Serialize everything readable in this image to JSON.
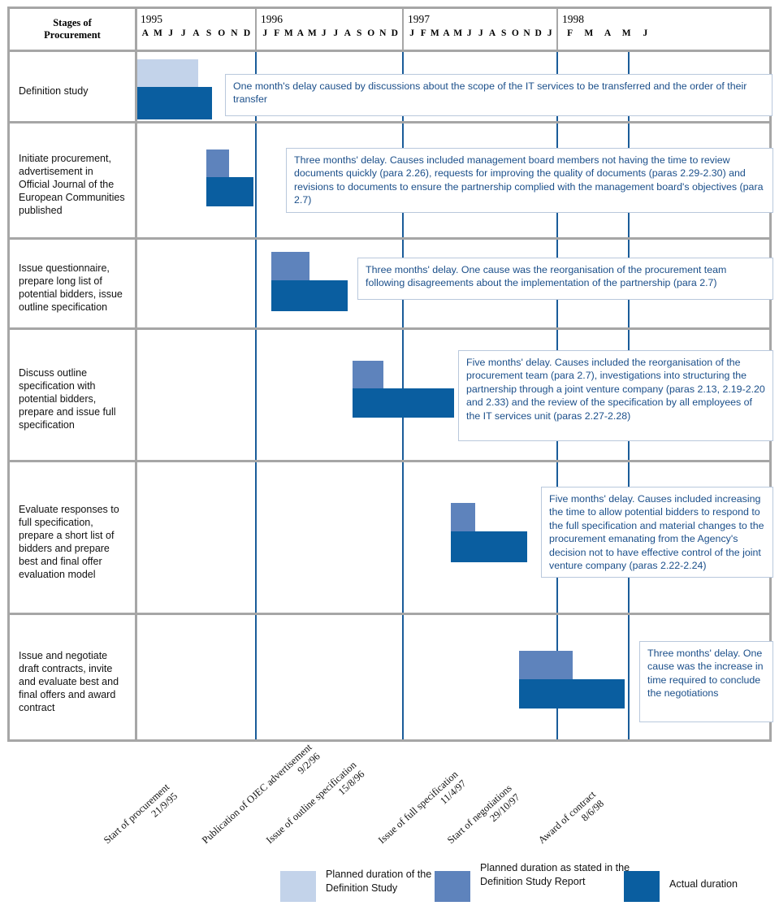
{
  "header": {
    "stages_title_line1": "Stages of",
    "stages_title_line2": "Procurement",
    "years": [
      {
        "year": "1995",
        "months": [
          "A",
          "M",
          "J",
          "J",
          "A",
          "S",
          "O",
          "N",
          "D"
        ]
      },
      {
        "year": "1996",
        "months": [
          "J",
          "F",
          "M",
          "A",
          "M",
          "J",
          "J",
          "A",
          "S",
          "O",
          "N",
          "D"
        ]
      },
      {
        "year": "1997",
        "months": [
          "J",
          "F",
          "M",
          "A",
          "M",
          "J",
          "J",
          "A",
          "S",
          "O",
          "N",
          "D",
          "J"
        ]
      },
      {
        "year": "1998",
        "months": [
          "F",
          "M",
          "A",
          "M",
          "J"
        ]
      }
    ]
  },
  "rows": [
    {
      "label": "Definition study",
      "note": "One month's delay caused by discussions about the scope of the IT services to be transferred and the order of their transfer"
    },
    {
      "label": "Initiate procurement, advertisement in Official Journal of the European Communities published",
      "note": "Three months' delay. Causes included management board members not having the time to review documents quickly (para 2.26), requests for improving the quality of documents (paras 2.29-2.30) and revisions to documents to ensure the partnership complied with the management board's objectives (para 2.7)"
    },
    {
      "label": "Issue questionnaire, prepare long list of potential bidders, issue outline specification",
      "note": "Three months' delay. One cause was the reorganisation of the procurement team following disagreements about the implementation of the partnership (para 2.7)"
    },
    {
      "label": "Discuss outline specification with potential bidders, prepare and issue full specification",
      "note": "Five months' delay. Causes included the reorganisation of the procurement team (para 2.7), investigations into structuring the partnership through a joint venture company (paras 2.13, 2.19-2.20 and 2.33) and the review of the specification by all employees of the IT services unit (paras 2.27-2.28)"
    },
    {
      "label": "Evaluate responses to full specification, prepare a short list of bidders and prepare best and final offer evaluation model",
      "note": "Five months' delay. Causes included increasing the time to allow potential bidders to respond to the full specification and material changes to the procurement emanating from the Agency's decision not to have effective control of the joint venture company (paras 2.22-2.24)"
    },
    {
      "label": "Issue and negotiate draft contracts, invite and evaluate best and final offers and award contract",
      "note": "Three months' delay. One cause was the increase in time required to conclude the negotiations"
    }
  ],
  "milestones": [
    {
      "title": "Start of procurement",
      "date": "21/9/95"
    },
    {
      "title": "Publication of OJEC advertisement",
      "date": "9/2/96"
    },
    {
      "title": "Issue of outline specification",
      "date": "15/8/96"
    },
    {
      "title": "Issue of full specification",
      "date": "11/4/97"
    },
    {
      "title": "Start of negotiations",
      "date": "29/10/97"
    },
    {
      "title": "Award of contract",
      "date": "8/6/98"
    }
  ],
  "legend": [
    {
      "label": "Planned duration of the Definition Study",
      "color": "#c3d3ea"
    },
    {
      "label": "Planned duration as stated in the Definition Study Report",
      "color": "#5e83bc"
    },
    {
      "label": "Actual duration",
      "color": "#0a5ea0"
    }
  ],
  "chart_data": {
    "type": "bar",
    "title": "Stages of Procurement",
    "xlabel": "",
    "ylabel": "",
    "orientation": "horizontal-gantt",
    "timeline_start": "1995-04",
    "timeline_end": "1998-06",
    "series": [
      {
        "name": "Planned duration of the Definition Study",
        "color": "#c3d3ea"
      },
      {
        "name": "Planned duration as stated in the Definition Study Report",
        "color": "#5e83bc"
      },
      {
        "name": "Actual duration",
        "color": "#0a5ea0"
      }
    ],
    "tasks": [
      {
        "stage": "Definition study",
        "planned_definition_study": {
          "start": "1995-04",
          "end": "1995-12"
        },
        "planned_report": null,
        "actual": {
          "start": "1995-04",
          "end": "1996-01"
        }
      },
      {
        "stage": "Initiate procurement, advertisement in Official Journal of the European Communities published",
        "planned_definition_study": null,
        "planned_report": {
          "start": "1995-10",
          "end": "1995-12"
        },
        "actual": {
          "start": "1995-10",
          "end": "1996-03"
        }
      },
      {
        "stage": "Issue questionnaire, prepare long list of potential bidders, issue outline specification",
        "planned_definition_study": null,
        "planned_report": {
          "start": "1996-03",
          "end": "1996-06"
        },
        "actual": {
          "start": "1996-03",
          "end": "1996-09"
        }
      },
      {
        "stage": "Discuss outline specification with potential bidders, prepare and issue full specification",
        "planned_definition_study": null,
        "planned_report": {
          "start": "1996-09",
          "end": "1996-12"
        },
        "actual": {
          "start": "1996-09",
          "end": "1997-05"
        }
      },
      {
        "stage": "Evaluate responses to full specification, prepare a short list of bidders and prepare best and final offer evaluation model",
        "planned_definition_study": null,
        "planned_report": {
          "start": "1997-05",
          "end": "1997-07"
        },
        "actual": {
          "start": "1997-05",
          "end": "1997-11"
        }
      },
      {
        "stage": "Issue and negotiate draft contracts, invite and evaluate best and final offers and award contract",
        "planned_definition_study": null,
        "planned_report": {
          "start": "1997-11",
          "end": "1998-02"
        },
        "actual": {
          "start": "1997-11",
          "end": "1998-06"
        }
      }
    ]
  }
}
